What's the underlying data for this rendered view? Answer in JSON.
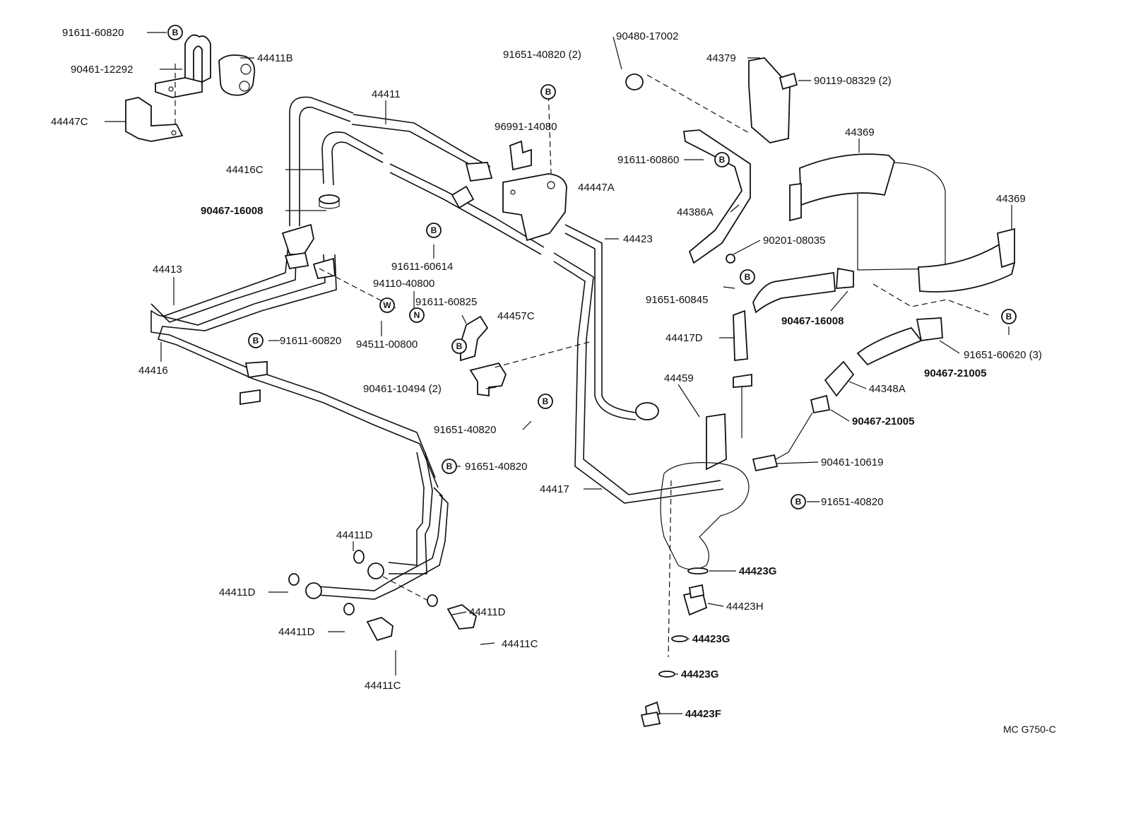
{
  "labels": {
    "l_91611_60820_top": "91611-60820",
    "l_90461_12292": "90461-12292",
    "l_44411B": "44411B",
    "l_44447C": "44447C",
    "l_44411": "44411",
    "l_91651_40820_2": "91651-40820 (2)",
    "l_96991_14080": "96991-14080",
    "l_44447A": "44447A",
    "l_44416C": "44416C",
    "l_90467_16008_left": "90467-16008",
    "l_91611_60614": "91611-60614",
    "l_44413": "44413",
    "l_94110_40800": "94110-40800",
    "l_91611_60825": "91611-60825",
    "l_94511_00800": "94511-00800",
    "l_44457C": "44457C",
    "l_91611_60820_mid": "91611-60820",
    "l_44416": "44416",
    "l_90461_10494": "90461-10494 (2)",
    "l_91651_40820_mid": "91651-40820",
    "l_91651_40820_low": "91651-40820",
    "l_44411D_a": "44411D",
    "l_44411D_b": "44411D",
    "l_44411D_c": "44411D",
    "l_44411D_d": "44411D",
    "l_44411C_a": "44411C",
    "l_44411C_b": "44411C",
    "l_90480_17002": "90480-17002",
    "l_44379": "44379",
    "l_90119_08329": "90119-08329 (2)",
    "l_44369_a": "44369",
    "l_44369_b": "44369",
    "l_91611_60860": "91611-60860",
    "l_44386A": "44386A",
    "l_44423": "44423",
    "l_90201_08035": "90201-08035",
    "l_91651_60845": "91651-60845",
    "l_90467_16008_right": "90467-16008",
    "l_44417D": "44417D",
    "l_91651_60620": "91651-60620 (3)",
    "l_90467_21005_a": "90467-21005",
    "l_44459": "44459",
    "l_44348A": "44348A",
    "l_90467_21005_b": "90467-21005",
    "l_90461_10619": "90461-10619",
    "l_44417": "44417",
    "l_91651_40820_right": "91651-40820",
    "l_44423G_a": "44423G",
    "l_44423H": "44423H",
    "l_44423G_b": "44423G",
    "l_44423G_c": "44423G",
    "l_44423F": "44423F"
  },
  "badges": {
    "b": "B",
    "w": "W",
    "n": "N"
  },
  "footer": {
    "code": "MC G750-C"
  }
}
